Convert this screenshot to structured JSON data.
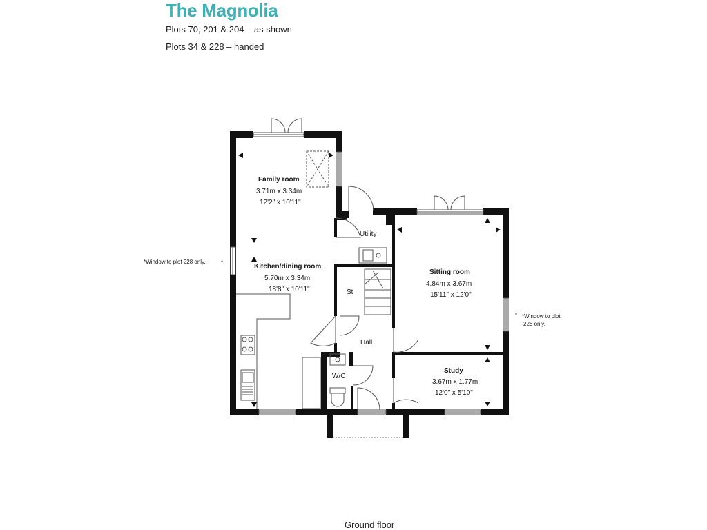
{
  "header": {
    "title": "The Magnolia",
    "subtitle_1": "Plots 70, 201 & 204 – as shown",
    "subtitle_2": "Plots 34 & 228 – handed"
  },
  "rooms": {
    "family": {
      "name": "Family room",
      "metric": "3.71m x 3.34m",
      "imperial": "12'2\" x 10'11\""
    },
    "kitchen": {
      "name": "Kitchen/dining room",
      "metric": "5.70m x 3.34m",
      "imperial": "18'8\" x 10'11\""
    },
    "utility": {
      "name": "Utility"
    },
    "store": {
      "name": "St"
    },
    "hall": {
      "name": "Hall"
    },
    "wc": {
      "name": "W/C"
    },
    "sitting": {
      "name": "Sitting room",
      "metric": "4.84m x 3.67m",
      "imperial": "15'11\" x 12'0\""
    },
    "study": {
      "name": "Study",
      "metric": "3.67m x 1.77m",
      "imperial": "12'0\" x 5'10\""
    }
  },
  "notes": {
    "left": "*Window to plot 228 only.",
    "left_star": "*",
    "right_star": "*",
    "right_line1": "*Window to plot",
    "right_line2": "228 only."
  },
  "footer": {
    "caption": "Ground floor"
  },
  "colors": {
    "title": "#3fb0b6",
    "wall": "#111111",
    "line": "#555555"
  }
}
